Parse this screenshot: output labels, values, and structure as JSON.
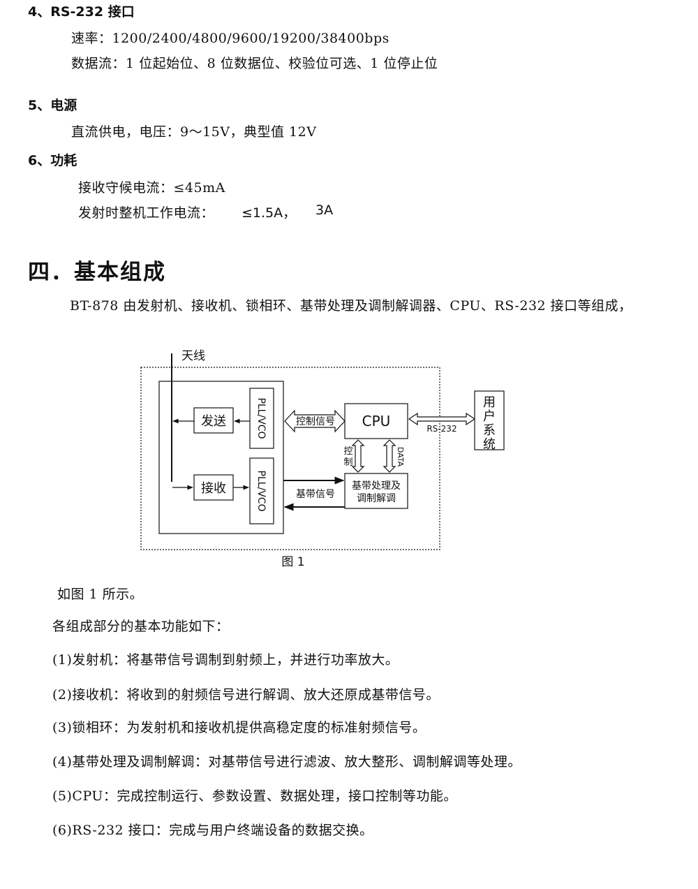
{
  "spec": {
    "rs232_heading": "4、RS-232 接口",
    "rs232_rate": "速率：1200/2400/4800/9600/19200/38400bps",
    "rs232_dataflow": "数据流：1 位起始位、8 位数据位、校验位可选、1 位停止位",
    "power_heading": "5、电源",
    "power_supply": "直流供电，电压：9～15V，典型值 12V",
    "consumption_heading": "6、功耗",
    "standby_current": "接收守候电流：≤45mA",
    "work_current_label": "发射时整机工作电流：",
    "work_current_value1": "≤1.5A，",
    "work_current_value2": "3A"
  },
  "section": {
    "title": "四．基本组成",
    "intro": "BT-878 由发射机、接收机、锁相环、基带处理及调制解调器、CPU、RS-232 接口等组成，"
  },
  "diagram": {
    "antenna": "天线",
    "transmit": "发送",
    "receive": "接收",
    "pll_vco_top": "PLL/VCO",
    "pll_vco_bottom": "PLL/VCO",
    "control_signal": "控制信号",
    "cpu": "CPU",
    "rs232": "RS-232",
    "user_system": [
      "用",
      "户",
      "系",
      "统"
    ],
    "control": [
      "控",
      "制"
    ],
    "data": "DATA",
    "baseband_signal": "基带信号",
    "baseband_box_line1": "基带处理及",
    "baseband_box_line2": "调制解调",
    "caption": "图 1"
  },
  "body": {
    "see_fig": "如图 1 所示。",
    "functions_intro": "各组成部分的基本功能如下：",
    "items": [
      "(1)发射机：将基带信号调制到射频上，并进行功率放大。",
      "(2)接收机：将收到的射频信号进行解调、放大还原成基带信号。",
      "(3)锁相环：为发射机和接收机提供高稳定度的标准射频信号。",
      "(4)基带处理及调制解调：对基带信号进行滤波、放大整形、调制解调等处理。",
      "(5)CPU：完成控制运行、参数设置、数据处理，接口控制等功能。",
      "(6)RS-232 接口：完成与用户终端设备的数据交换。"
    ]
  }
}
